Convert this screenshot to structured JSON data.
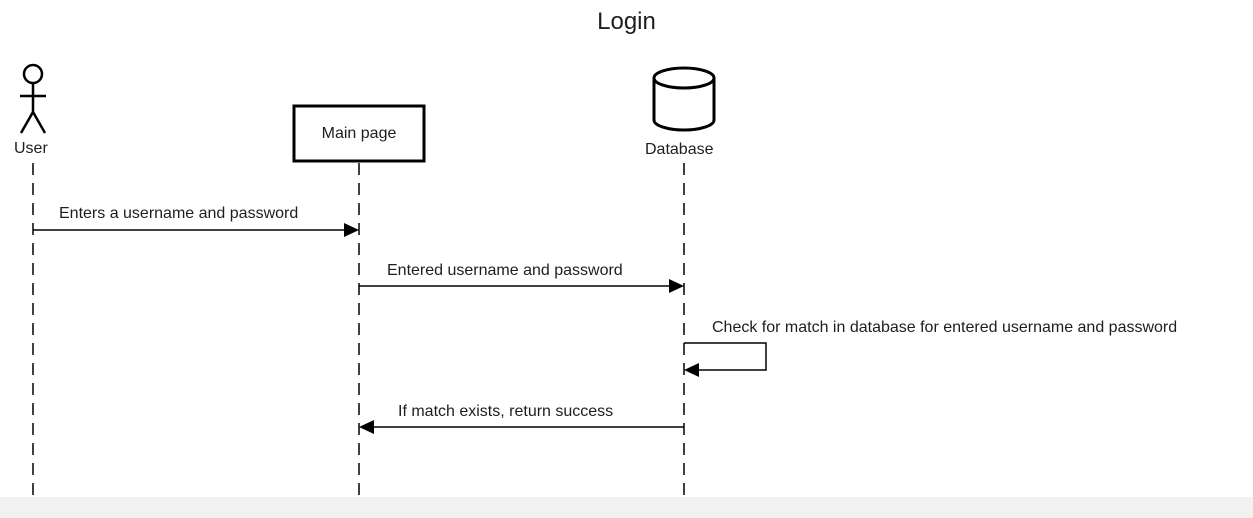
{
  "title": "Login",
  "participants": {
    "user": {
      "label": "User",
      "icon": "actor-icon"
    },
    "main_page": {
      "label": "Main page"
    },
    "database": {
      "label": "Database",
      "icon": "database-cylinder-icon"
    }
  },
  "messages": [
    {
      "from": "User",
      "to": "Main page",
      "text": "Enters a username and password"
    },
    {
      "from": "Main page",
      "to": "Database",
      "text": "Entered username and password"
    },
    {
      "from": "Database",
      "to": "Database",
      "text": "Check for match in database for entered username and password"
    },
    {
      "from": "Database",
      "to": "Main page",
      "text": "If match exists, return success"
    }
  ],
  "colors": {
    "line": "#000000",
    "text": "#1e1e1e",
    "background": "#ffffff",
    "footer": "#f1f1f1"
  }
}
